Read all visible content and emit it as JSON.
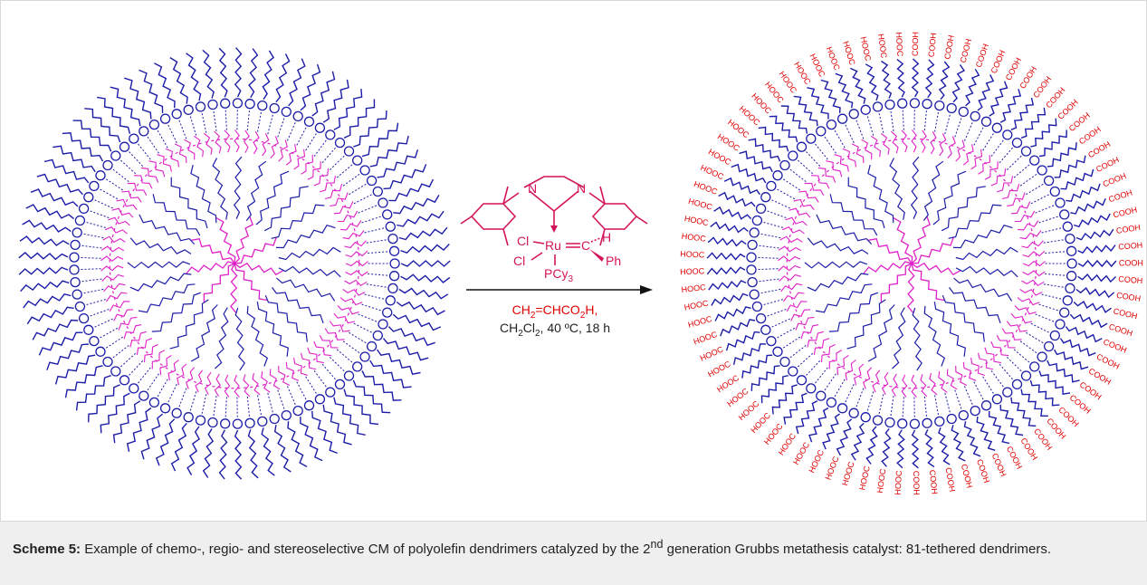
{
  "colors": {
    "core": "#e020c8",
    "arm": "#1c1ca8",
    "terminal": "#e00000",
    "catalyst": "#d4145a",
    "arrow": "#111111"
  },
  "catalyst": {
    "n_left": "N",
    "n_right": "N",
    "cl_top": "Cl",
    "cl_bottom": "Cl",
    "metal": "Ru",
    "carbene_c": "C",
    "h": "H",
    "ph": "Ph",
    "phosphine": "PCy",
    "phosphine_sub": "3"
  },
  "reagents": {
    "line1_pre": "CH",
    "line1_sub": "2",
    "line1_post": "=CHCO",
    "line1_sub2": "2",
    "line1_tail": "H,",
    "line2_pre": "CH",
    "line2_sub": "2",
    "line2_mid": "Cl",
    "line2_sub2": "2",
    "line2_tail": ", 40 ºC, 18 h"
  },
  "product": {
    "left_label": "HOOC",
    "right_label": "COOH"
  },
  "caption": {
    "label": "Scheme 5:",
    "text_a": " Example of chemo-, regio- and stereoselective CM of polyolefin dendrimers catalyzed by the 2",
    "sup": "nd",
    "text_b": " generation Grubbs metathesis catalyst: 81-tethered dendrimers."
  }
}
